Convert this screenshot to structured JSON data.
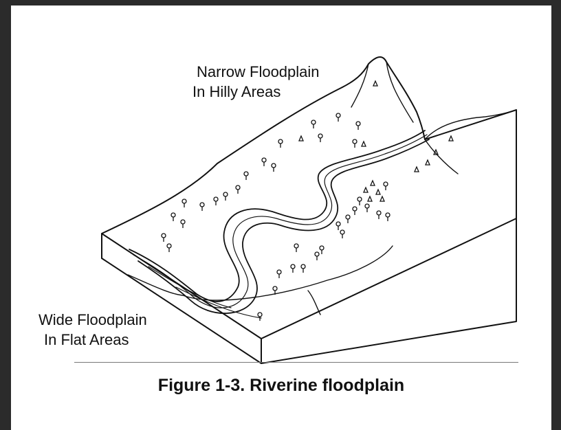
{
  "labels": {
    "narrow_line1": "Narrow Floodplain",
    "narrow_line2": "In Hilly Areas",
    "wide_line1": "Wide Floodplain",
    "wide_line2": "In Flat Areas"
  },
  "caption": "Figure 1-3. Riverine floodplain",
  "icons": {
    "tree": "tree-icon",
    "conifer": "conifer-icon"
  },
  "colors": {
    "ink": "#111111",
    "paper": "#ffffff",
    "frame": "#2b2b2b"
  }
}
